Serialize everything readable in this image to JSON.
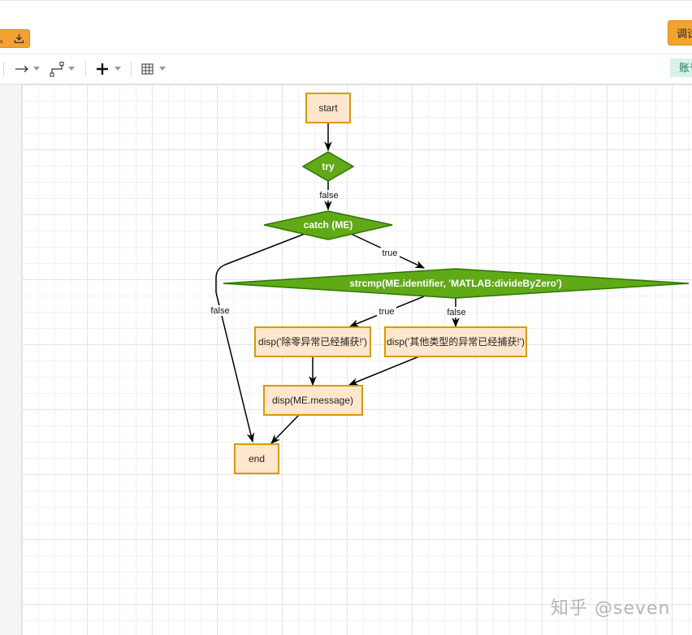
{
  "header": {
    "export_button": {
      "label": "。",
      "icon": "download-icon"
    },
    "debug_button": {
      "label": "调试"
    },
    "account_badge": {
      "label": "账号"
    }
  },
  "toolbar": {
    "items": [
      {
        "name": "connector-arrow-tool",
        "icon": "arrow-right-icon"
      },
      {
        "name": "connector-elbow-tool",
        "icon": "elbow-connector-icon"
      },
      {
        "name": "insert-tool",
        "icon": "plus-icon"
      },
      {
        "name": "table-tool",
        "icon": "table-grid-icon"
      }
    ]
  },
  "diagram": {
    "colors": {
      "process_fill": "#ffe6cc",
      "process_stroke": "#d79b00",
      "decision_fill": "#60a917",
      "decision_stroke": "#2d7600",
      "edge": "#000000"
    },
    "nodes": {
      "start": "start",
      "try": "try",
      "catch": "catch (ME)",
      "strcmp": "strcmp(ME.identifier, 'MATLAB:divideByZero')",
      "disp_zero": "disp('除零异常已经捕获!')",
      "disp_other": "disp('其他类型的异常已经捕获!')",
      "disp_msg": "disp(ME.message)",
      "end": "end"
    },
    "edges": {
      "try_false": "false",
      "catch_true": "true",
      "catch_false": "false",
      "strcmp_true": "true",
      "strcmp_false": "false"
    }
  },
  "watermark": "知乎 @seven"
}
